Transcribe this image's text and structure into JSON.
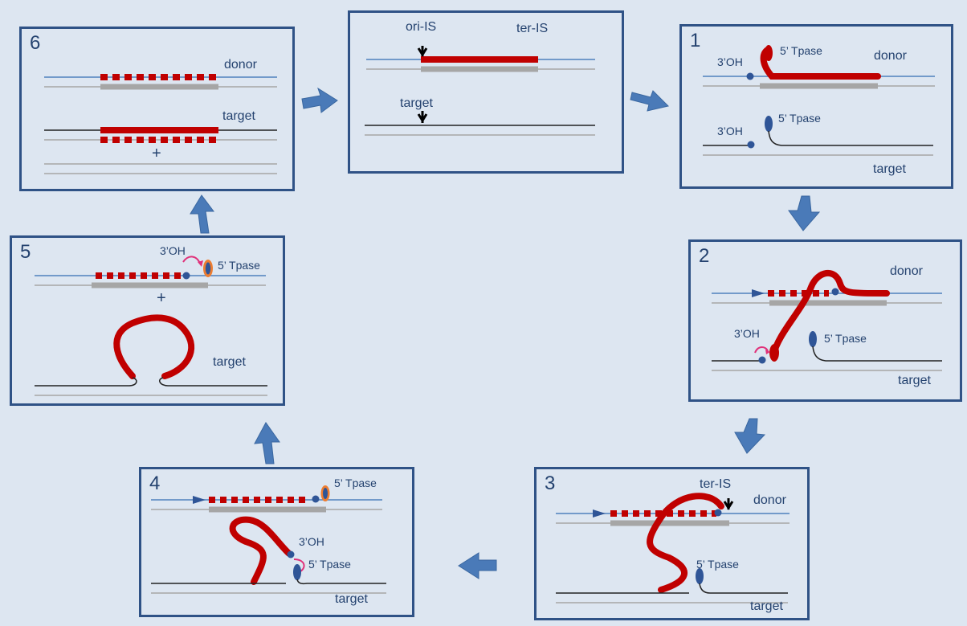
{
  "diagram": {
    "colors": {
      "panel_border": "#2f5286",
      "is_element": "#c00000",
      "complement": "#a6a6a6",
      "donor_strand": "#4f81bd",
      "target_strand": "#222222",
      "tpase": "#2f5597",
      "tpase_ring": "#ed7d31",
      "attack_arrow": "#e0317a",
      "flow_arrow": "#4a7ab8"
    },
    "panel0": {
      "ori": "ori-IS",
      "ter": "ter-IS",
      "target": "target"
    },
    "panel1": {
      "num": "1",
      "tpase_top": "5’ Tpase",
      "oh_top": "3’OH",
      "donor": "donor",
      "tpase_bottom": "5’ Tpase",
      "oh_bottom": "3’OH",
      "target": "target"
    },
    "panel2": {
      "num": "2",
      "donor": "donor",
      "oh": "3’OH",
      "tpase": "5’ Tpase",
      "target": "target"
    },
    "panel3": {
      "num": "3",
      "ter": "ter-IS",
      "donor": "donor",
      "tpase": "5’ Tpase",
      "target": "target"
    },
    "panel4": {
      "num": "4",
      "tpase_top": "5’ Tpase",
      "oh": "3’OH",
      "tpase_bottom": "5’ Tpase",
      "target": "target"
    },
    "panel5": {
      "num": "5",
      "oh": "3’OH",
      "tpase": "5’ Tpase",
      "plus": "+",
      "target": "target"
    },
    "panel6": {
      "num": "6",
      "donor": "donor",
      "target": "target",
      "plus": "+"
    }
  }
}
